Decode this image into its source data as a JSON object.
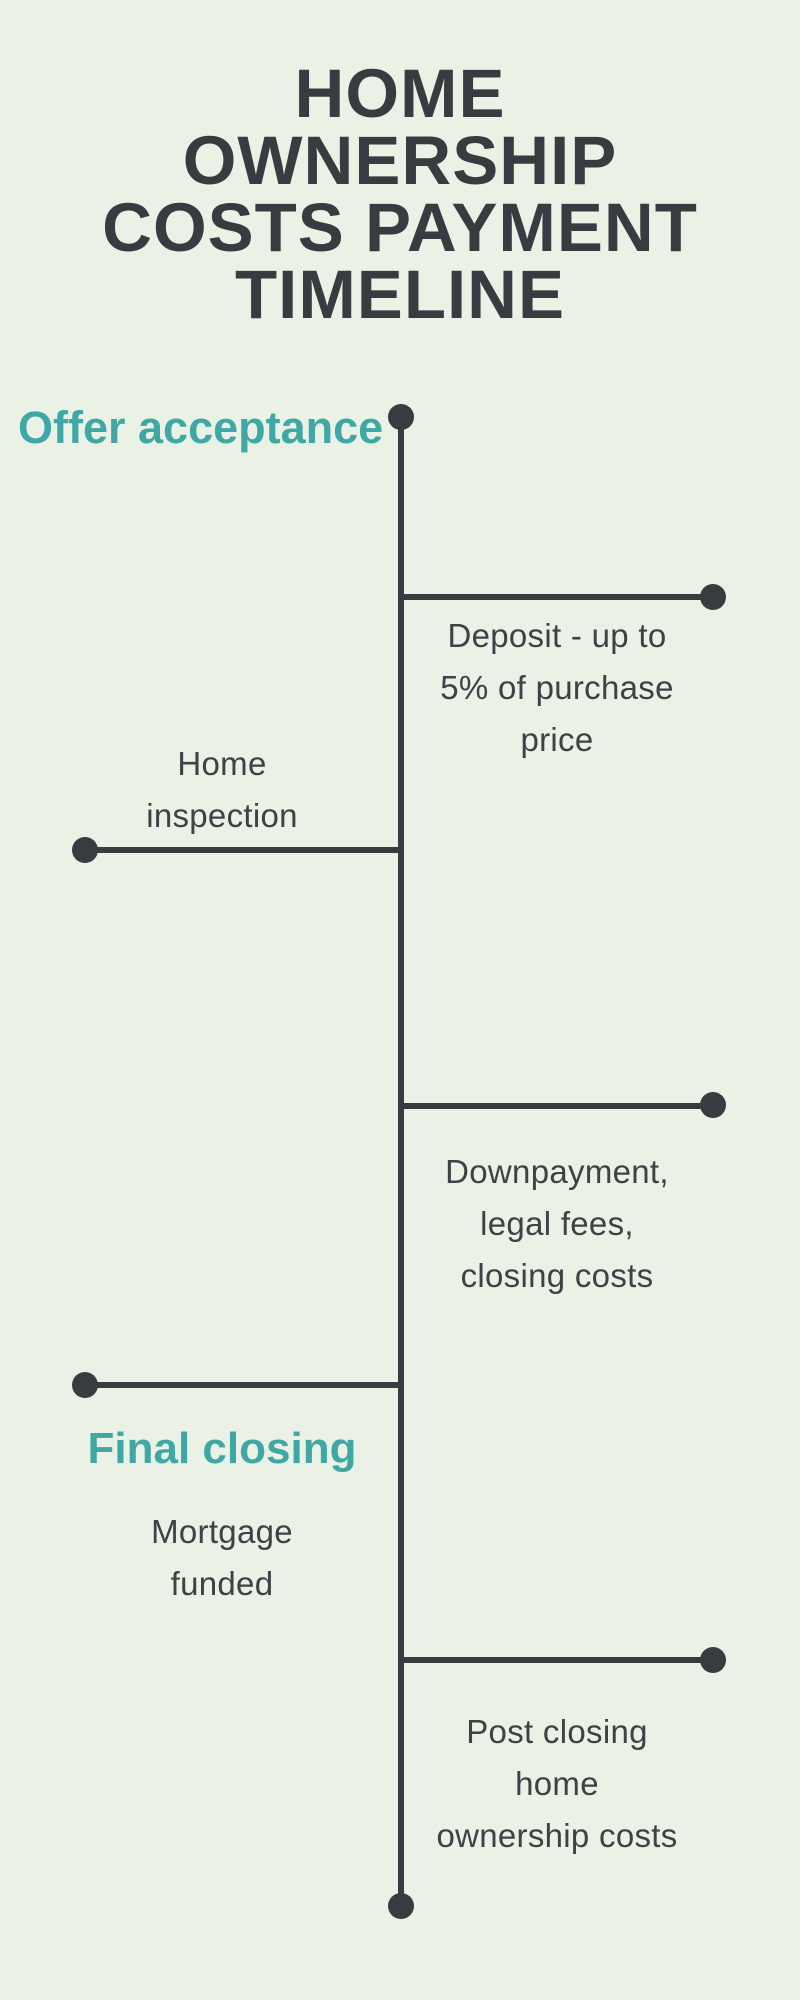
{
  "colors": {
    "background": "#e9f2e4",
    "line_dark": "#383b40",
    "text_dark": "#3e4145",
    "accent_teal": "#3fa8a5"
  },
  "title": {
    "full_text": "HOME OWNERSHIP COSTS PAYMENT TIMELINE",
    "lines": [
      "HOME",
      "OWNERSHIP",
      "COSTS PAYMENT",
      "TIMELINE"
    ]
  },
  "timeline": {
    "events": [
      {
        "id": "offer-acceptance",
        "label": "Offer acceptance",
        "style": "teal-milestone",
        "side": "left"
      },
      {
        "id": "deposit",
        "label": "Deposit - up to 5% of purchase price",
        "lines": [
          "Deposit - up to",
          "5% of purchase",
          "price"
        ],
        "side": "right"
      },
      {
        "id": "home-inspection",
        "label": "Home inspection",
        "lines": [
          "Home",
          "inspection"
        ],
        "side": "left"
      },
      {
        "id": "downpayment",
        "label": "Downpayment, legal fees, closing costs",
        "lines": [
          "Downpayment,",
          "legal fees,",
          "closing costs"
        ],
        "side": "right"
      },
      {
        "id": "final-closing",
        "label": "Final closing",
        "style": "teal-milestone",
        "side": "left"
      },
      {
        "id": "mortgage-funded",
        "label": "Mortgage funded",
        "lines": [
          "Mortgage",
          "funded"
        ],
        "side": "left"
      },
      {
        "id": "post-closing",
        "label": "Post closing home ownership costs",
        "lines": [
          "Post closing",
          "home",
          "ownership costs"
        ],
        "side": "right"
      }
    ]
  }
}
